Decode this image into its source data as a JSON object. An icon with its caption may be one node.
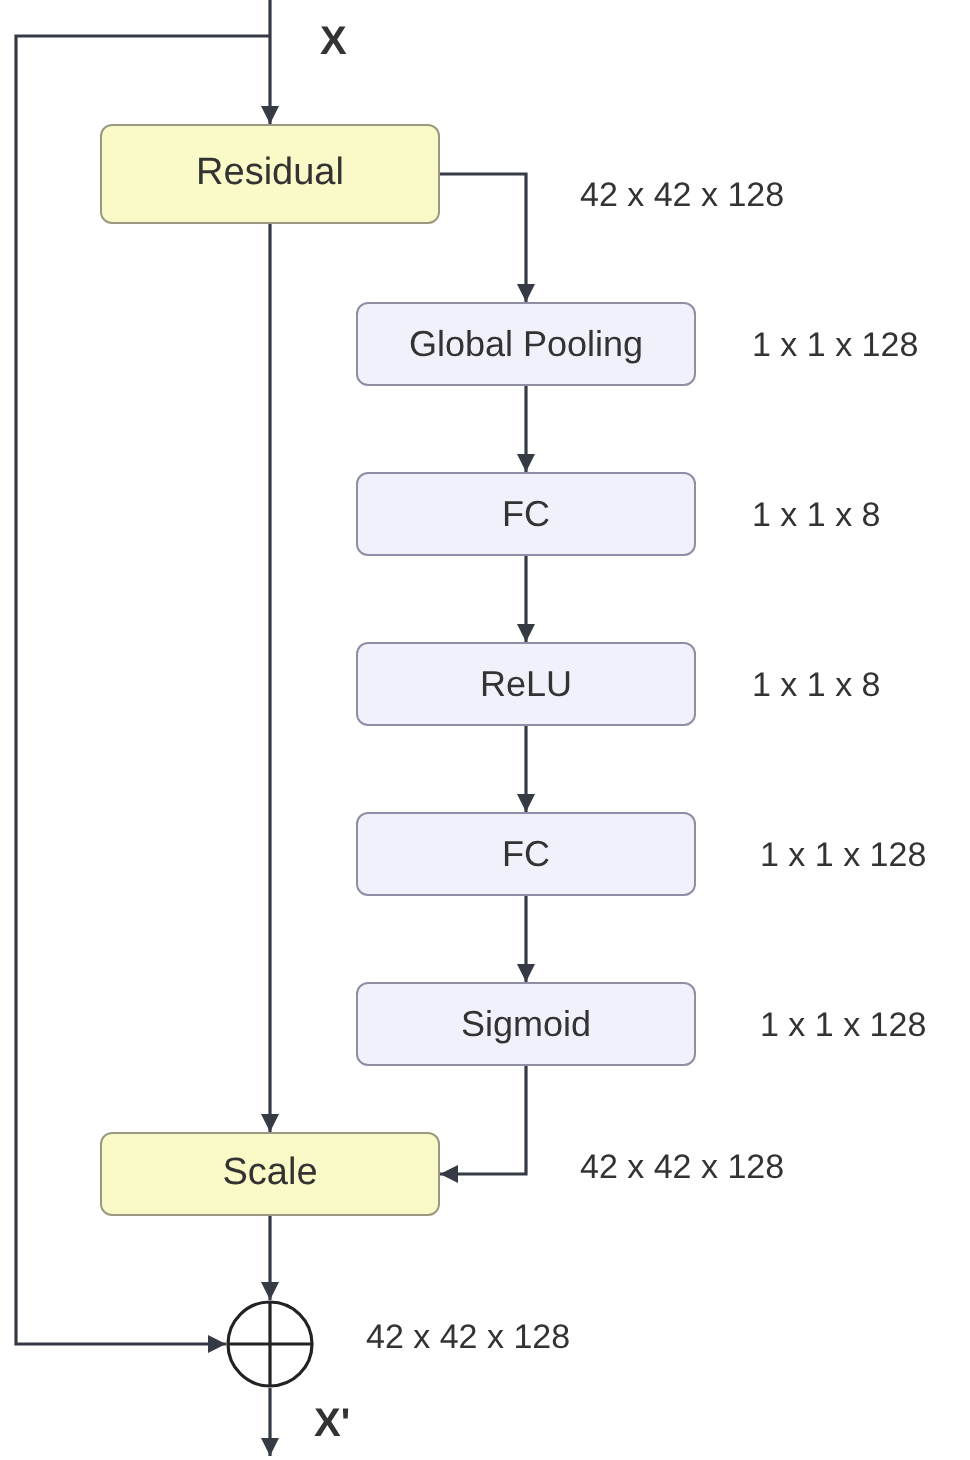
{
  "diagram": {
    "nodes": [
      {
        "text": [
          "Residual"
        ]
      },
      {
        "text": [
          "Global Pooling"
        ],
        "beside": [
          "1 x 1 x 128"
        ]
      },
      {
        "text": [
          "FC"
        ],
        "beside": [
          "1 x 1 x 8"
        ]
      },
      {
        "text": [
          "ReLU"
        ],
        "beside": [
          "1 x 1 x 8"
        ]
      },
      {
        "text": [
          "FC"
        ],
        "beside": [
          "1 x 1 x 128"
        ]
      },
      {
        "text": [
          "Sigmoid"
        ],
        "beside": [
          "1 x 1 x 128"
        ]
      },
      {
        "text": [
          "Scale"
        ]
      },
      {
        "text": [],
        "shape": "circle",
        "beside": [
          "42 x 42 x 128"
        ]
      }
    ],
    "edges": [
      {
        "from": null,
        "to": 0,
        "arrow": "to",
        "label": "X"
      },
      {
        "from": null,
        "to": 7,
        "arrow": "to"
      },
      {
        "from": 0,
        "to": 1,
        "arrow": "to",
        "label": "42 x 42 x 128"
      },
      {
        "from": 1,
        "to": 2,
        "arrow": "to"
      },
      {
        "from": 2,
        "to": 3,
        "arrow": "to"
      },
      {
        "from": 3,
        "to": 4,
        "arrow": "to"
      },
      {
        "from": 4,
        "to": 5,
        "arrow": "to"
      },
      {
        "from": 0,
        "to": 6,
        "arrow": "to"
      },
      {
        "from": 5,
        "to": 6,
        "arrow": "to",
        "label": "42 x 42 x 128"
      },
      {
        "from": 6,
        "to": 7,
        "arrow": "to"
      },
      {
        "from": 7,
        "to": null,
        "arrow": "to",
        "label": "X'"
      }
    ]
  }
}
